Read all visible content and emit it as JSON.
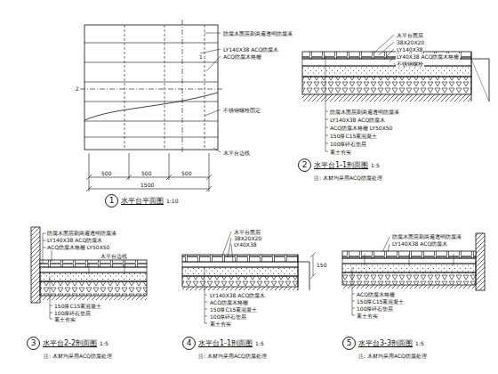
{
  "diagram": {
    "nodes": [
      {
        "text": [
          "1",
          "水平台平面图",
          "1:10"
        ]
      },
      {
        "text": [
          "2",
          "水平台1-1剖面图",
          "1:5"
        ]
      },
      {
        "text": [
          "3",
          "水平台2-2剖面图",
          "1:5"
        ]
      },
      {
        "text": [
          "4",
          "水平台1-1剖面图",
          "1:5"
        ]
      },
      {
        "text": [
          "5",
          "水平台3-3剖面图",
          "1:5"
        ]
      }
    ],
    "labels": [
      "1",
      "2",
      "防腐木面层刷两遍透明防腐漆",
      "LY140X38 ACQ防腐木",
      "ACQ防腐木格栅",
      "不锈钢螺栓固定",
      "木平台边线",
      "500",
      "500",
      "500",
      "1500",
      "木平台面层",
      "38X20X20",
      "LY140X38",
      "LY40X38 ACQ防腐木格栅",
      "不锈钢螺栓",
      "防腐木面层刷两遍透明防腐漆",
      "LY140X38 ACQ防腐木",
      "ACQ防腐木格栅 LY50X50",
      "150厚C15素混凝土",
      "100厚碎石垫层",
      "素土夯实",
      "注: 木材均采用ACQ防腐处理",
      "防腐木面层刷两遍透明防腐漆",
      "LY140X38 ACQ防腐木",
      "ACQ防腐木格栅 LY50X50",
      "150厚C15素混凝土",
      "100厚碎石垫层",
      "素土夯实",
      "木平台边线",
      "注: 木材均采用ACQ防腐处理",
      "木平台面层",
      "38X20X20",
      "LY40X38",
      "LY140X38 ACQ防腐木",
      "ACQ防腐木格栅",
      "150厚C15素混凝土",
      "100厚碎石垫层",
      "素土夯实",
      "150",
      "注: 木材均采用ACQ防腐处理",
      "防腐木面层刷两遍透明防腐漆",
      "LY140X38 ACQ防腐木",
      "ACQ防腐木格栅",
      "150厚C15素混凝土",
      "100厚碎石垫层",
      "素土夯实",
      "注: 木材均采用ACQ防腐处理"
    ]
  }
}
